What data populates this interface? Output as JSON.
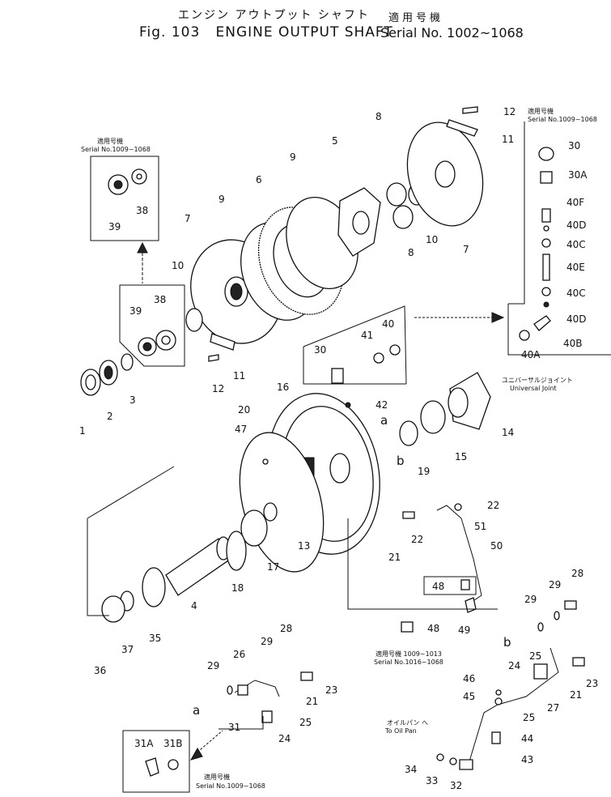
{
  "header": {
    "title_jp": "エンジン アウトプット シャフト",
    "fig": "Fig. 103",
    "title_en": "ENGINE OUTPUT SHAFT",
    "serial_jp": "適用号機",
    "serial": "Serial No. 1002~1068"
  },
  "notes": {
    "serial_1009_1068_a": "適用号機",
    "serial_1009_1068_a_en": "Serial No.1009~1068",
    "serial_1009_1068_b": "適用号機",
    "serial_1009_1068_b_en": "Serial No.1009~1068",
    "serial_1009_1068_c": "適用号機",
    "serial_1009_1068_c_en": "Serial No.1009~1068",
    "serial_1009_1013": "適用号機 1009~1013",
    "serial_1016_1068": "Serial No.1016~1068",
    "universal_jp": "ユニバーサルジョイント",
    "universal_en": "Universal Joint",
    "oil_pan_jp": "オイルパン へ",
    "oil_pan_en": "To Oil Pan"
  },
  "labels": {
    "p1": "1",
    "p2": "2",
    "p3": "3",
    "p4": "4",
    "p5": "5",
    "p6": "6",
    "p7a": "7",
    "p7b": "7",
    "p8a": "8",
    "p8b": "8",
    "p9a": "9",
    "p9b": "9",
    "p10a": "10",
    "p10b": "10",
    "p11a": "11",
    "p11b": "11",
    "p12a": "12",
    "p12b": "12",
    "p13": "13",
    "p14": "14",
    "p15": "15",
    "p16": "16",
    "p17": "17",
    "p18": "18",
    "p19": "19",
    "p20": "20",
    "p21a": "21",
    "p21b": "21",
    "p21c": "21",
    "p22a": "22",
    "p22b": "22",
    "p23a": "23",
    "p23b": "23",
    "p24a": "24",
    "p24b": "24",
    "p25a": "25",
    "p25b": "25",
    "p25c": "25",
    "p26": "26",
    "p27": "27",
    "p28a": "28",
    "p28b": "28",
    "p29a": "29",
    "p29b": "29",
    "p29c": "29",
    "p29d": "29",
    "p30a": "30",
    "p30b": "30",
    "p30A": "30A",
    "p31": "31",
    "p31A": "31A",
    "p31B": "31B",
    "p32": "32",
    "p33": "33",
    "p34": "34",
    "p35": "35",
    "p36": "36",
    "p37": "37",
    "p38a": "38",
    "p38b": "38",
    "p39a": "39",
    "p39b": "39",
    "p40": "40",
    "p40A": "40A",
    "p40B": "40B",
    "p40C1": "40C",
    "p40C2": "40C",
    "p40D1": "40D",
    "p40D2": "40D",
    "p40E": "40E",
    "p40F": "40F",
    "p41": "41",
    "p42": "42",
    "p43": "43",
    "p44": "44",
    "p45": "45",
    "p46": "46",
    "p47": "47",
    "p48a": "48",
    "p48b": "48",
    "p49": "49",
    "p50": "50",
    "p51": "51",
    "a1": "a",
    "a2": "a",
    "b1": "b",
    "b2": "b"
  }
}
